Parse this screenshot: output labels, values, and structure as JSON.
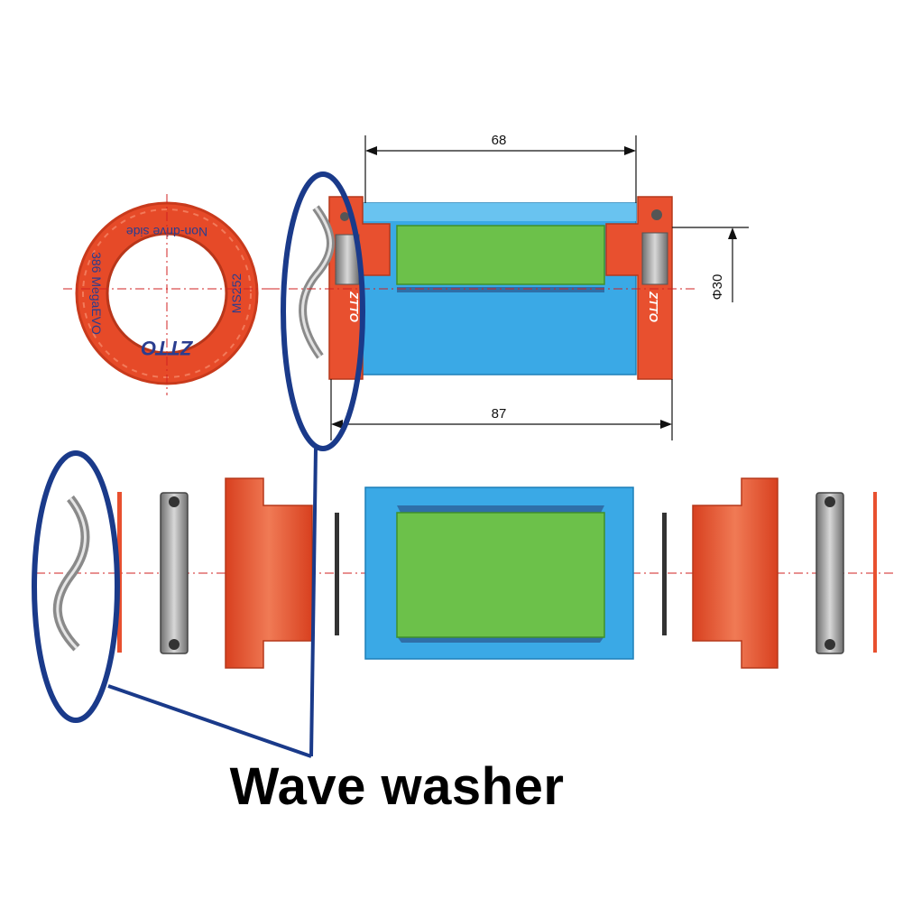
{
  "caption": "Wave washer",
  "dimensions": {
    "width_68": "68",
    "width_87": "87",
    "diameter": "Φ30"
  },
  "lockring": {
    "brand": "ZTTO",
    "top_text": "Non-drive side",
    "left_text": "386 MegaEVO",
    "right_text": "MS252"
  },
  "cup_brand": "ZTTO",
  "colors": {
    "cup_red": "#e8502f",
    "shell_blue": "#3aa9e6",
    "spindle_green": "#6cc14a",
    "callout_navy": "#1a3a8a",
    "bearing_grey": "#9a9a9a"
  }
}
